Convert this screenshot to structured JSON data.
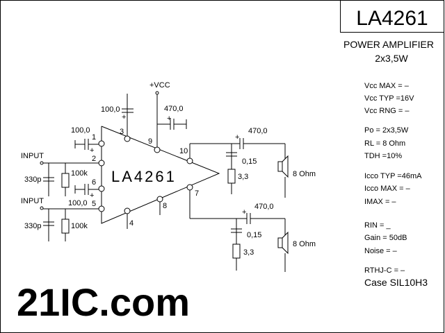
{
  "title": "LA4261",
  "subtitle1": "POWER AMPLIFIER",
  "subtitle2": "2x3,5W",
  "specs": [
    "Vcc MAX = –",
    "Vcc TYP =16V",
    "Vcc RNG = –",
    "Po  = 2x3,5W",
    "RL  = 8 Ohm",
    "TDH =10%",
    "Icco TYP =46mA",
    "Icco MAX = –",
    "IMAX  =    –",
    "RIN  =  _",
    "Gain  = 50dB",
    "Noise =  –",
    "RTHJ-C = –",
    "Case SIL10H3"
  ],
  "schematic": {
    "chip_label": "LA4261",
    "vcc": "+VCC",
    "input1": "INPUT",
    "input2": "INPUT",
    "pins": [
      "1",
      "2",
      "3",
      "4",
      "5",
      "6",
      "7",
      "8",
      "9",
      "10"
    ],
    "c_in": "330p",
    "r_in": "100k",
    "c_in2": "330p",
    "r_in2": "100k",
    "c1": "100,0",
    "c3": "100,0",
    "c5": "100,0",
    "c_vcc": "470,0",
    "c_out1": "470,0",
    "c_out2": "470,0",
    "c_zob1": "0,15",
    "c_zob2": "0,15",
    "r_zob1": "3,3",
    "r_zob2": "3,3",
    "spk1": "8 Ohm",
    "spk2": "8 Ohm",
    "plus": "+"
  },
  "watermark": "21IC.com"
}
